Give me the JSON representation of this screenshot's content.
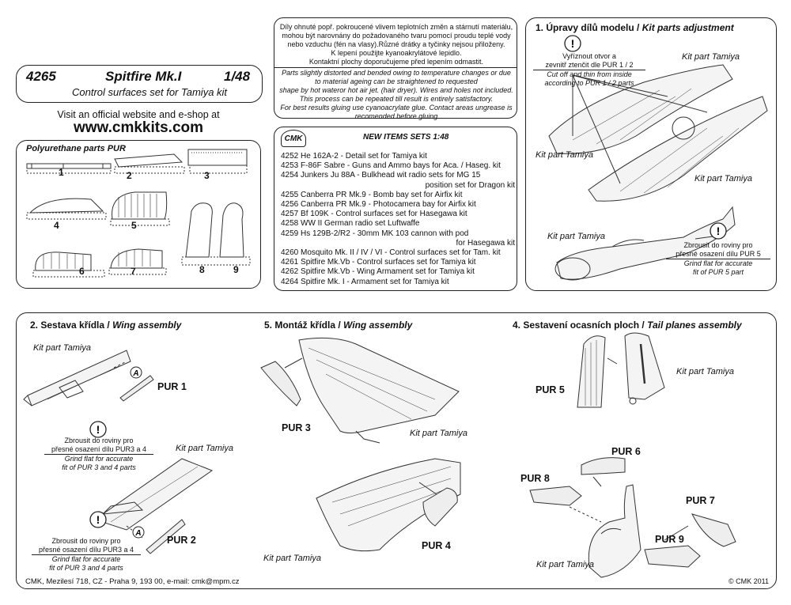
{
  "header": {
    "code": "4265",
    "title": "Spitfire Mk.I",
    "scale": "1/48",
    "subtitle": "Control surfaces set for Tamiya kit",
    "visit_text": "Visit an official website and e-shop at",
    "url": "www.cmkkits.com"
  },
  "pur_panel": {
    "title": "Polyurethane parts PUR",
    "parts": [
      "1",
      "2",
      "3",
      "4",
      "5",
      "6",
      "7",
      "8",
      "9"
    ]
  },
  "notice": {
    "czech": [
      "Díly ohnuté popř. pokroucené vlivem teplotních změn a stárnutí materiálu,",
      "mohou být narovnány do požadovaného tvaru pomocí proudu teplé vody",
      "nebo vzduchu (fén na vlasy).Různé drátky a tyčinky nejsou přiloženy.",
      "K lepení použijte kyanoakrylátové lepidlo.",
      "Kontaktní plochy doporučujeme před lepením odmastit."
    ],
    "english": [
      "Parts slightly distorted and bended owing to temperature changes or due",
      "to material ageing can be straightened to requested",
      "shape by hot wateror hot  air jet.  (hair dryer). Wires and holes not included.",
      "This process can be repeated till result is entirely satisfactory.",
      "For best results gluing use cyanoacrylate glue. Contact areas ungrease is",
      "recomended before gluing"
    ]
  },
  "new_items": {
    "logo": "CMK",
    "title": "NEW ITEMS SETS 1:48",
    "lines": [
      "4252 He 162A-2 - Detail set for Tamiya kit",
      "4253 F-86F Sabre - Guns and Ammo bays for Aca. / Haseg. kit",
      "4254 Junkers Ju 88A - Bulkhead wit radio sets for MG 15",
      "position set for Dragon kit",
      "4255 Canberra PR Mk.9 - Bomb bay set for Airfix kit",
      "4256 Canberra PR Mk.9 - Photocamera bay for Airfix kit",
      "4257 Bf 109K - Control surfaces set for Hasegawa kit",
      "4258 WW II German radio set Luftwaffe",
      "4259 Hs 129B-2/R2 - 30mm MK 103 cannon with pod",
      "for Hasegawa kit",
      "4260 Mosquito Mk. II / IV / VI - Control surfaces set for Tam. kit",
      "4261 Spitfire Mk.Vb - Control surfaces set for Tamiya kit",
      "4262 Spitfire Mk.Vb - Wing Armament set for Tamiya kit",
      "4264 Spitfire Mk. I -  Armament set for Tamiya kit"
    ]
  },
  "step1": {
    "title_cz": "1. Úpravy dílů modelu / ",
    "title_en": "Kit parts adjustment",
    "note_cz": [
      "Vyříznout otvor a",
      "zevnitř ztenčit dle PUR 1 / 2"
    ],
    "note_en": [
      "Cut off and thin from inside",
      "according to PUR 1 / 2 parts"
    ],
    "kit_label": "Kit part Tamiya",
    "note2_cz": [
      "Zbrousit do roviny pro",
      "přesné osazení dílu PUR 5"
    ],
    "note2_en": [
      "Grind flat for accurate",
      "fit of PUR 5 part"
    ]
  },
  "step2": {
    "title_cz": "2. Sestava křídla / ",
    "title_en": "Wing assembly",
    "kit_label": "Kit part Tamiya",
    "pur1": "PUR 1",
    "pur2": "PUR 2",
    "marker": "A",
    "note_cz": [
      "Zbrousit do roviny pro",
      "přesné osazení dílu PUR3 a 4"
    ],
    "note_en": [
      "Grind flat for accurate",
      "fit of PUR 3 and 4 parts"
    ]
  },
  "step5": {
    "title_cz": "5. Montáž křídla / ",
    "title_en": "Wing assembly",
    "pur3": "PUR 3",
    "pur4": "PUR 4",
    "kit_label": "Kit part Tamiya"
  },
  "step4": {
    "title_cz": "4. Sestavení ocasních ploch / ",
    "title_en": "Tail planes assembly",
    "kit_label": "Kit part Tamiya",
    "pur5": "PUR 5",
    "pur6": "PUR 6",
    "pur7": "PUR 7",
    "pur8": "PUR 8",
    "pur9": "PUR 9"
  },
  "footer": {
    "address": "CMK, Mezilesí 718, CZ - Praha 9, 193 00, e-mail: cmk@mpm.cz",
    "copyright": "© CMK 2011"
  },
  "icons": {
    "warning": "exclamation-circle-icon"
  }
}
